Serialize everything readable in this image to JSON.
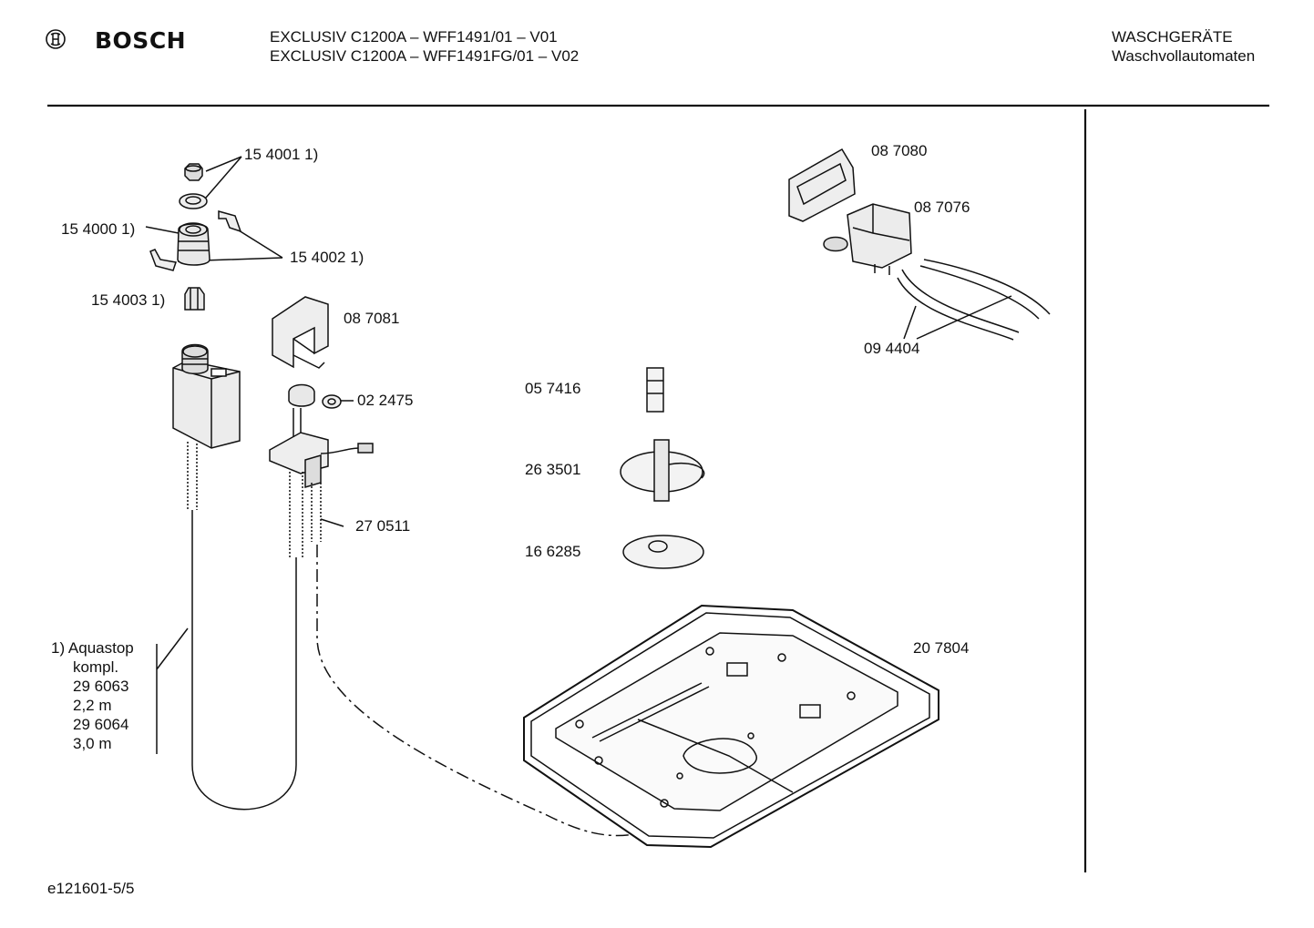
{
  "header": {
    "brand": "BOSCH",
    "model_line_1": "EXCLUSIV C1200A – WFF1491/01 – V01",
    "model_line_2": "EXCLUSIV C1200A – WFF1491FG/01 – V02",
    "category_line_1": "WASCHGERÄTE",
    "category_line_2": "Waschvollautomaten"
  },
  "parts": {
    "p154001": "15 4001 1)",
    "p154000": "15 4000 1)",
    "p154002": "15 4002 1)",
    "p154003": "15 4003 1)",
    "p087081": "08 7081",
    "p022475": "02 2475",
    "p270511": "27 0511",
    "p087080": "08 7080",
    "p087076": "08 7076",
    "p094404": "09 4404",
    "p057416": "05 7416",
    "p263501": "26 3501",
    "p166285": "16 6285",
    "p207804": "20 7804"
  },
  "note": {
    "line1": "1)  Aquastop",
    "line2": "kompl.",
    "line3": "29 6063",
    "line4": "2,2 m",
    "line5": "29 6064",
    "line6": "3,0 m"
  },
  "footer": {
    "doc_id": "e121601-5/5"
  }
}
